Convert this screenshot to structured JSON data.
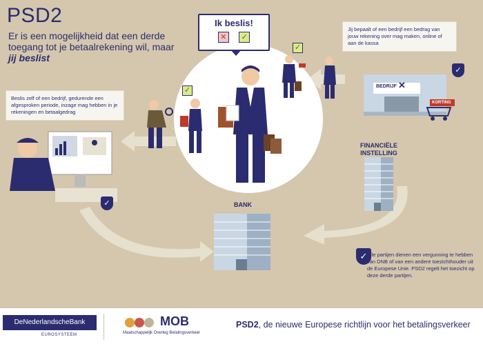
{
  "title": "PSD2",
  "subtitle_pre": "Er is een mogelijkheid dat een derde toegang tot je betaalrekening wil, maar ",
  "subtitle_bold": "jij beslist",
  "bubble_title": "Ik beslis!",
  "note_left": "Beslis zelf of een bedrijf, gedurende een afgesproken periode, inzage mag hebben in je rekeningen en betaalgedrag",
  "note_right": "Jij bepaalt of een bedrijf een bedrag van jouw rekening over mag maken, online of aan de kassa",
  "note_bottom": "Alle partijen dienen een vergunning te hebben van DNB of van een andere toezichthouder uit de Europese Unie. PSD2 regelt het toezicht op deze derde partijen.",
  "label_bank": "BANK",
  "label_financiele": "FINANCIËLE",
  "label_instelling": "INSTELLING",
  "shop_bedrijf": "BEDRIJF",
  "shop_korting": "KORTING",
  "footer": {
    "dnb_logo": "DeNederlandscheBank",
    "dnb_sub": "EUROSYSTEEM",
    "mob_logo": "MOB",
    "mob_sub": "Maatschappelijk Overleg Betalingsverkeer",
    "tagline_bold": "PSD2",
    "tagline_rest": ", de nieuwe Europese richtlijn voor het betalingsverkeer"
  }
}
